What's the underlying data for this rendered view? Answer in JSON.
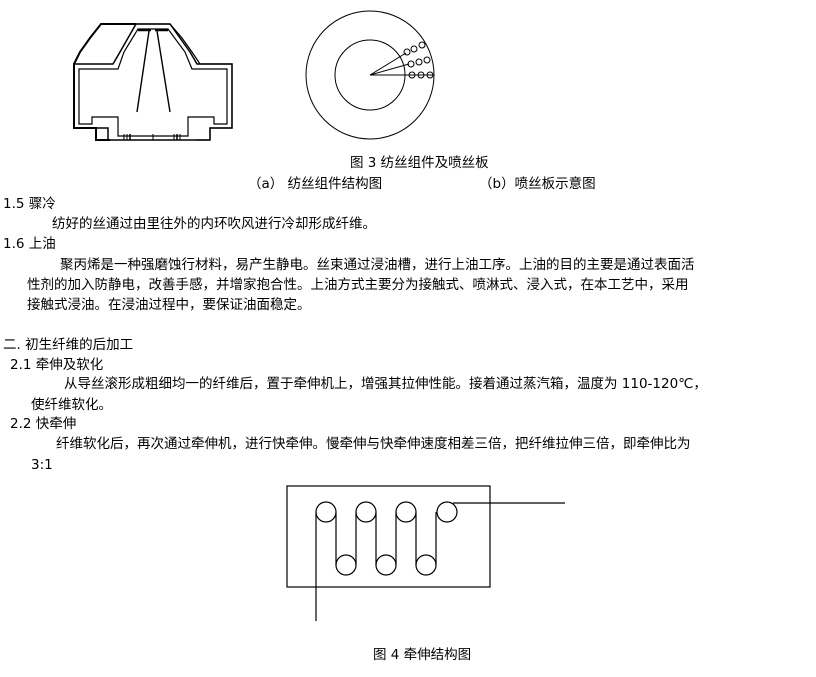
{
  "figure3": {
    "caption": "图 3 纺丝组件及喷丝板",
    "sub_a": "（a）  纺丝组件结构图",
    "sub_b": "（b）喷丝板示意图"
  },
  "sec_1_5": {
    "heading": "1.5 骤冷",
    "body": "纺好的丝通过由里往外的内环吹风进行冷却形成纤维。"
  },
  "sec_1_6": {
    "heading": "1.6 上油",
    "line1": "聚丙烯是一种强磨蚀行材料，易产生静电。丝束通过浸油槽，进行上油工序。上油的目的主要是通过表面活",
    "line2": "性剂的加入防静电，改善手感，并增家抱合性。上油方式主要分为接触式、喷淋式、浸入式，在本工艺中，采用",
    "line3": "接触式浸油。在浸油过程中，要保证油面稳定。"
  },
  "sec_2": {
    "heading": "二. 初生纤维的后加工"
  },
  "sec_2_1": {
    "heading": "2.1 牵伸及软化",
    "line1": "从导丝滚形成粗细均一的纤维后，置于牵伸机上，增强其拉伸性能。接着通过蒸汽箱，温度为 110-120℃，",
    "line2": "使纤维软化。"
  },
  "sec_2_2": {
    "heading": "2.2 快牵伸",
    "line1": "纤维软化后，再次通过牵伸机，进行快牵伸。慢牵伸与快牵伸速度相差三倍，把纤维拉伸三倍，即牵伸比为",
    "line2": "3:1"
  },
  "figure4": {
    "caption": "图 4 牵伸结构图"
  }
}
